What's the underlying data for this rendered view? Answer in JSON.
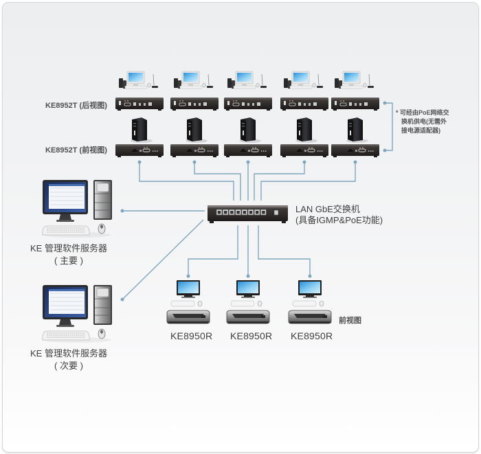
{
  "labels": {
    "transmitter_rear": "KE8952T (后视图)",
    "transmitter_front": "KE8952T (前视图)",
    "poe_note_line1": "* 可经由PoE网络交",
    "poe_note_line2": "换机供电(无需外",
    "poe_note_line3": "接电源适配器)",
    "switch_line1": "LAN GbE交换机",
    "switch_line2": "(具备IGMP&PoE功能)",
    "server_primary_line1": "KE 管理软件服务器",
    "server_primary_line2": "( 主要 )",
    "server_secondary_line1": "KE 管理软件服务器",
    "server_secondary_line2": "( 次要 )",
    "receiver_front_view": "前视图"
  },
  "transmitters": {
    "count": 5,
    "model": "KE8952T"
  },
  "receivers": [
    {
      "model": "KE8950R"
    },
    {
      "model": "KE8950R"
    },
    {
      "model": "KE8950R"
    }
  ],
  "switch": {
    "port_count": 8,
    "sfp_port_count": 1
  },
  "colors": {
    "connector_line": "#7fa6be",
    "device_dark": "#2e2a28",
    "text": "#3e3e3e",
    "frame_border": "#d6d6d6"
  }
}
